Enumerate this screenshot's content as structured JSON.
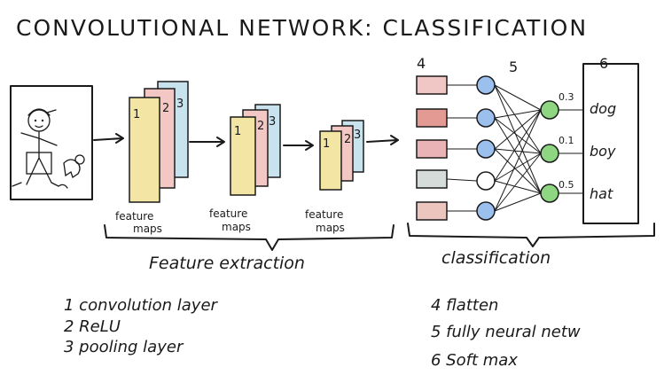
{
  "title": "CONVOLUTIONAL NETWORK: CLASSIFICATION",
  "stacks": [
    {
      "numbers": [
        "1",
        "2",
        "3"
      ],
      "label": [
        "feature",
        "maps"
      ]
    },
    {
      "numbers": [
        "1",
        "2",
        "3"
      ],
      "label": [
        "feature",
        "maps"
      ]
    },
    {
      "numbers": [
        "1",
        "2",
        "3"
      ],
      "label": [
        "feature",
        "maps"
      ]
    }
  ],
  "section_numbers": {
    "flatten": "4",
    "fully": "5",
    "softmax": "6"
  },
  "outputs": [
    {
      "prob": "0.3",
      "label": "dog"
    },
    {
      "prob": "0.1",
      "label": "boy"
    },
    {
      "prob": "0.5",
      "label": "hat"
    }
  ],
  "sections": {
    "feature": "Feature extraction",
    "classification": "classification"
  },
  "legend_left": [
    "1 convolution layer",
    "2 ReLU",
    "3 pooling layer"
  ],
  "legend_right": [
    "4 flatten",
    "5 fully neural netw",
    "6 Soft max"
  ],
  "colors": {
    "sheet1": "#f3e5a3",
    "sheet2": "#f3c8c4",
    "sheet3": "#c8e2ee",
    "flat": [
      "#f0c7c4",
      "#e29a93",
      "#eab3b6",
      "#d6dcda",
      "#ecc5bf"
    ],
    "hidden": "#9cc0ee",
    "output": "#8fd683"
  }
}
